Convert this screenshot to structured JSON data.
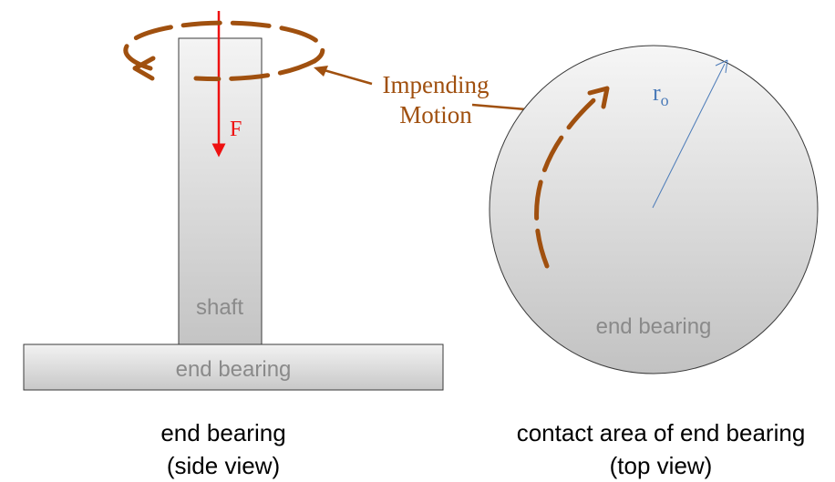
{
  "labels": {
    "shaft": "shaft",
    "bearing_side": "end bearing",
    "bearing_top": "end bearing",
    "force": "F",
    "radius_main": "r",
    "radius_sub": "o",
    "motion_line1": "Impending",
    "motion_line2": "Motion"
  },
  "captions": {
    "left_line1": "end bearing",
    "left_line2": "(side view)",
    "right_line1": "contact area of end bearing",
    "right_line2": "(top view)"
  },
  "colors": {
    "motion": "#a0500f",
    "force": "#ee1111",
    "radius": "#4a7ab8",
    "label_gray": "#8a8a8a",
    "outline": "#3a3a3a"
  }
}
